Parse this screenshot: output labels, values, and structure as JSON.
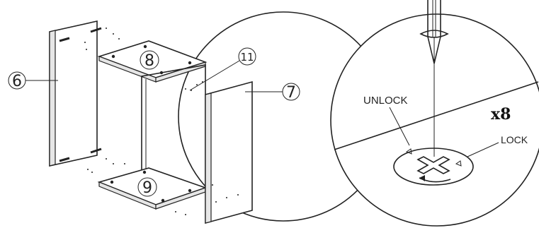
{
  "parts": {
    "side_left": "6",
    "top_panel": "8",
    "back_panel": "11",
    "side_right": "7",
    "bottom_panel": "9"
  },
  "detail": {
    "unlock_label": "UNLOCK",
    "lock_label": "LOCK",
    "multiplier": "x8"
  },
  "icons": {
    "screwdriver": "screwdriver-icon",
    "cam_lock": "cam-lock-icon",
    "rotation_arrow": "rotate-arrow-icon"
  }
}
